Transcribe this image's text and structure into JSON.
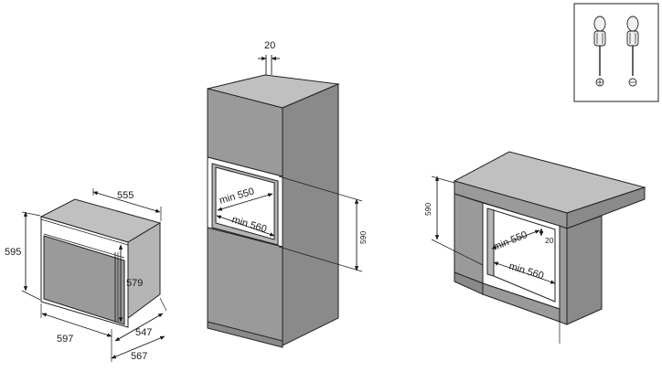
{
  "oven": {
    "width": "597",
    "height": "595",
    "top_depth": "555",
    "front_height": "579",
    "depth_body": "547",
    "depth_total": "567"
  },
  "tall_unit": {
    "top_gap": "20",
    "min_width": "min 550",
    "min_depth": "min 560",
    "niche_height": "590"
  },
  "under_counter": {
    "niche_height": "590",
    "min_width": "min 550",
    "min_depth": "min 560",
    "rear_gap": "20"
  },
  "tools": {
    "icons": [
      "phillips-screwdriver-icon",
      "flathead-screwdriver-icon"
    ]
  }
}
